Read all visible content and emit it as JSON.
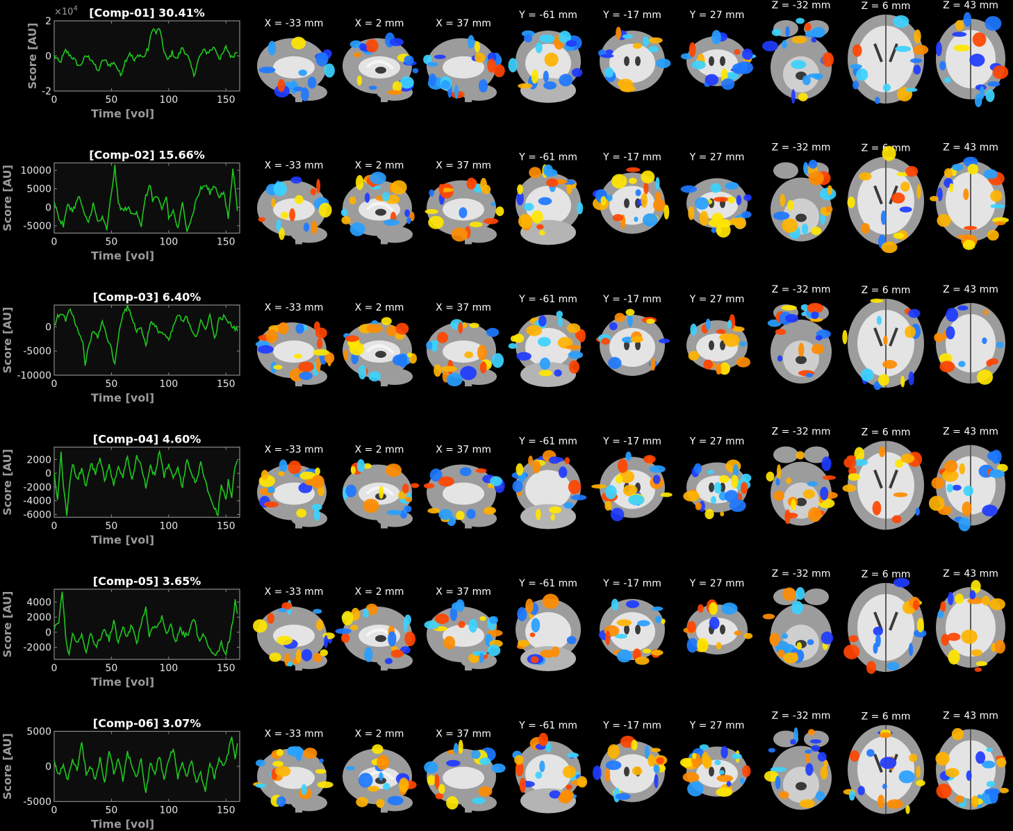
{
  "components": [
    {
      "title": "[Comp-01] 30.41%",
      "ylabel": "Score [AU]",
      "xlabel": "Time [vol]",
      "ylim": [
        -2,
        2
      ],
      "yticks": [
        -2,
        0,
        2
      ],
      "ytick_labels": [
        "-2",
        "0",
        "2"
      ],
      "y_multiplier": "×10",
      "y_exponent": "4",
      "keypoints": [
        [
          0,
          0.0
        ],
        [
          5,
          -0.4
        ],
        [
          10,
          0.3
        ],
        [
          16,
          -0.1
        ],
        [
          22,
          -0.6
        ],
        [
          28,
          0.0
        ],
        [
          33,
          -0.2
        ],
        [
          38,
          -0.9
        ],
        [
          43,
          -0.2
        ],
        [
          48,
          -0.5
        ],
        [
          53,
          -0.4
        ],
        [
          58,
          -1.1
        ],
        [
          62,
          -0.3
        ],
        [
          66,
          0.2
        ],
        [
          70,
          -0.3
        ],
        [
          74,
          0.1
        ],
        [
          78,
          -0.1
        ],
        [
          82,
          0.4
        ],
        [
          86,
          1.6
        ],
        [
          89,
          1.3
        ],
        [
          92,
          1.6
        ],
        [
          95,
          0.5
        ],
        [
          99,
          -0.3
        ],
        [
          103,
          0.2
        ],
        [
          107,
          -0.2
        ],
        [
          112,
          0.5
        ],
        [
          117,
          -0.1
        ],
        [
          122,
          -1.1
        ],
        [
          126,
          -0.2
        ],
        [
          130,
          0.3
        ],
        [
          134,
          0.2
        ],
        [
          140,
          0.5
        ],
        [
          145,
          -0.2
        ],
        [
          150,
          0.5
        ],
        [
          155,
          -0.1
        ],
        [
          160,
          0.3
        ]
      ]
    },
    {
      "title": "[Comp-02] 15.66%",
      "ylabel": "Score [AU]",
      "xlabel": "Time [vol]",
      "ylim": [
        -7000,
        12000
      ],
      "yticks": [
        -5000,
        0,
        5000,
        10000
      ],
      "ytick_labels": [
        "-5000",
        "0",
        "5000",
        "10000"
      ],
      "keypoints": [
        [
          0,
          2000
        ],
        [
          4,
          -3000
        ],
        [
          8,
          -5000
        ],
        [
          12,
          1000
        ],
        [
          16,
          -1000
        ],
        [
          22,
          3000
        ],
        [
          26,
          -2000
        ],
        [
          30,
          -4000
        ],
        [
          34,
          1000
        ],
        [
          38,
          -4000
        ],
        [
          42,
          -3000
        ],
        [
          46,
          -6000
        ],
        [
          50,
          4000
        ],
        [
          53,
          11000
        ],
        [
          56,
          1000
        ],
        [
          60,
          -1000
        ],
        [
          64,
          0
        ],
        [
          68,
          -2000
        ],
        [
          72,
          -1000
        ],
        [
          76,
          -5000
        ],
        [
          80,
          3000
        ],
        [
          84,
          6000
        ],
        [
          86,
          2000
        ],
        [
          90,
          3000
        ],
        [
          94,
          -1000
        ],
        [
          98,
          3000
        ],
        [
          100,
          -3000
        ],
        [
          104,
          -1000
        ],
        [
          108,
          -6000
        ],
        [
          112,
          1000
        ],
        [
          116,
          -6000
        ],
        [
          120,
          -3000
        ],
        [
          124,
          2000
        ],
        [
          128,
          5000
        ],
        [
          132,
          6000
        ],
        [
          136,
          4000
        ],
        [
          140,
          6000
        ],
        [
          144,
          3000
        ],
        [
          148,
          4000
        ],
        [
          152,
          -3000
        ],
        [
          156,
          10000
        ],
        [
          158,
          6000
        ],
        [
          160,
          -500
        ]
      ]
    },
    {
      "title": "[Comp-03] 6.40%",
      "ylabel": "Score [AU]",
      "xlabel": "Time [vol]",
      "ylim": [
        -10000,
        4500
      ],
      "yticks": [
        -10000,
        -5000,
        0
      ],
      "ytick_labels": [
        "-10000",
        "-5000",
        "0"
      ],
      "keypoints": [
        [
          0,
          0
        ],
        [
          3,
          2000
        ],
        [
          6,
          3000
        ],
        [
          10,
          1500
        ],
        [
          14,
          3500
        ],
        [
          18,
          1000
        ],
        [
          22,
          -2000
        ],
        [
          25,
          -3000
        ],
        [
          27,
          -8000
        ],
        [
          30,
          -4000
        ],
        [
          34,
          -1000
        ],
        [
          38,
          -2000
        ],
        [
          42,
          1000
        ],
        [
          46,
          -2000
        ],
        [
          50,
          -4500
        ],
        [
          53,
          -8000
        ],
        [
          56,
          -2000
        ],
        [
          60,
          3000
        ],
        [
          64,
          4000
        ],
        [
          68,
          2000
        ],
        [
          72,
          -1000
        ],
        [
          76,
          0
        ],
        [
          80,
          -4000
        ],
        [
          84,
          1000
        ],
        [
          88,
          0
        ],
        [
          92,
          -1000
        ],
        [
          96,
          -1500
        ],
        [
          100,
          -3000
        ],
        [
          104,
          0
        ],
        [
          108,
          2500
        ],
        [
          112,
          1000
        ],
        [
          116,
          2000
        ],
        [
          120,
          -500
        ],
        [
          124,
          -2000
        ],
        [
          128,
          1000
        ],
        [
          132,
          -500
        ],
        [
          136,
          2500
        ],
        [
          140,
          -2500
        ],
        [
          144,
          1500
        ],
        [
          148,
          2000
        ],
        [
          152,
          1000
        ],
        [
          156,
          0
        ],
        [
          160,
          -500
        ]
      ]
    },
    {
      "title": "[Comp-04] 4.60%",
      "ylabel": "Score [AU]",
      "xlabel": "Time [vol]",
      "ylim": [
        -6400,
        3800
      ],
      "yticks": [
        -6000,
        -4000,
        -2000,
        0,
        2000
      ],
      "ytick_labels": [
        "-6000",
        "-4000",
        "-2000",
        "0",
        "2000"
      ],
      "keypoints": [
        [
          0,
          0
        ],
        [
          3,
          -4000
        ],
        [
          6,
          3000
        ],
        [
          8,
          -2000
        ],
        [
          11,
          -6000
        ],
        [
          13,
          -2000
        ],
        [
          16,
          1500
        ],
        [
          20,
          -1000
        ],
        [
          24,
          500
        ],
        [
          28,
          -2000
        ],
        [
          32,
          1500
        ],
        [
          36,
          0
        ],
        [
          40,
          2500
        ],
        [
          44,
          -1000
        ],
        [
          48,
          1000
        ],
        [
          52,
          -1500
        ],
        [
          56,
          1000
        ],
        [
          60,
          -500
        ],
        [
          64,
          2500
        ],
        [
          68,
          -1000
        ],
        [
          72,
          2500
        ],
        [
          76,
          1000
        ],
        [
          80,
          -2000
        ],
        [
          84,
          1000
        ],
        [
          88,
          -500
        ],
        [
          92,
          3500
        ],
        [
          96,
          -500
        ],
        [
          100,
          1500
        ],
        [
          104,
          -1000
        ],
        [
          108,
          1000
        ],
        [
          112,
          -2000
        ],
        [
          116,
          2000
        ],
        [
          120,
          0
        ],
        [
          124,
          -1500
        ],
        [
          128,
          1500
        ],
        [
          132,
          -1000
        ],
        [
          136,
          -3500
        ],
        [
          140,
          -5000
        ],
        [
          143,
          -6000
        ],
        [
          146,
          -1500
        ],
        [
          150,
          -4000
        ],
        [
          152,
          -1000
        ],
        [
          155,
          -3500
        ],
        [
          157,
          0
        ],
        [
          160,
          2000
        ]
      ]
    },
    {
      "title": "[Comp-05] 3.65%",
      "ylabel": "Score [AU]",
      "xlabel": "Time [vol]",
      "ylim": [
        -3600,
        5700
      ],
      "yticks": [
        -2000,
        0,
        2000,
        4000
      ],
      "ytick_labels": [
        "-2000",
        "0",
        "2000",
        "4000"
      ],
      "keypoints": [
        [
          0,
          500
        ],
        [
          4,
          1000
        ],
        [
          7,
          5500
        ],
        [
          10,
          -500
        ],
        [
          13,
          -3200
        ],
        [
          16,
          0
        ],
        [
          20,
          -1500
        ],
        [
          24,
          -500
        ],
        [
          28,
          -2500
        ],
        [
          32,
          0
        ],
        [
          36,
          -2000
        ],
        [
          40,
          -1000
        ],
        [
          44,
          500
        ],
        [
          48,
          -1000
        ],
        [
          52,
          1500
        ],
        [
          56,
          -1500
        ],
        [
          60,
          500
        ],
        [
          64,
          -500
        ],
        [
          68,
          1000
        ],
        [
          72,
          -1500
        ],
        [
          76,
          1000
        ],
        [
          80,
          3500
        ],
        [
          83,
          -500
        ],
        [
          86,
          1000
        ],
        [
          90,
          500
        ],
        [
          94,
          2000
        ],
        [
          98,
          0
        ],
        [
          102,
          1000
        ],
        [
          106,
          -1500
        ],
        [
          110,
          500
        ],
        [
          114,
          -500
        ],
        [
          118,
          0
        ],
        [
          122,
          2000
        ],
        [
          126,
          -1000
        ],
        [
          130,
          -500
        ],
        [
          134,
          -1500
        ],
        [
          138,
          -2500
        ],
        [
          142,
          -3000
        ],
        [
          146,
          -1500
        ],
        [
          150,
          -2800
        ],
        [
          153,
          -1000
        ],
        [
          156,
          1500
        ],
        [
          158,
          4500
        ],
        [
          160,
          2500
        ]
      ]
    },
    {
      "title": "[Comp-06] 3.07%",
      "ylabel": "Score [AU]",
      "xlabel": "Time [vol]",
      "ylim": [
        -5000,
        5000
      ],
      "yticks": [
        -5000,
        0,
        5000
      ],
      "ytick_labels": [
        "-5000",
        "0",
        "5000"
      ],
      "keypoints": [
        [
          0,
          500
        ],
        [
          4,
          -1000
        ],
        [
          8,
          0
        ],
        [
          12,
          -2000
        ],
        [
          16,
          1000
        ],
        [
          20,
          -500
        ],
        [
          24,
          3500
        ],
        [
          28,
          -1000
        ],
        [
          32,
          0
        ],
        [
          36,
          -2000
        ],
        [
          40,
          1000
        ],
        [
          44,
          -2500
        ],
        [
          48,
          2500
        ],
        [
          52,
          -1000
        ],
        [
          56,
          1000
        ],
        [
          60,
          -2000
        ],
        [
          64,
          2000
        ],
        [
          68,
          0
        ],
        [
          72,
          -1500
        ],
        [
          76,
          1000
        ],
        [
          80,
          -4000
        ],
        [
          84,
          500
        ],
        [
          88,
          -1000
        ],
        [
          92,
          1500
        ],
        [
          96,
          -2000
        ],
        [
          100,
          1000
        ],
        [
          104,
          2500
        ],
        [
          108,
          -1500
        ],
        [
          112,
          500
        ],
        [
          116,
          -1500
        ],
        [
          120,
          1000
        ],
        [
          124,
          -2500
        ],
        [
          128,
          -1000
        ],
        [
          132,
          -3500
        ],
        [
          136,
          500
        ],
        [
          140,
          -1500
        ],
        [
          144,
          1000
        ],
        [
          148,
          0
        ],
        [
          152,
          2000
        ],
        [
          155,
          4500
        ],
        [
          158,
          1000
        ],
        [
          160,
          3000
        ]
      ]
    }
  ],
  "axis": {
    "xticks": [
      0,
      50,
      100,
      150
    ],
    "xtick_labels": [
      "0",
      "50",
      "100",
      "150"
    ],
    "xlim": [
      0,
      162
    ],
    "line_color": "#1ec81e",
    "axis_bg": "#0d0d0d",
    "axis_color": "#8a8a8a",
    "label_color": "#9a9a9a",
    "title_color": "#ffffff"
  },
  "slices": [
    {
      "label": "X = -33 mm",
      "view": "sagittal-left"
    },
    {
      "label": "X = 2 mm",
      "view": "sagittal-mid"
    },
    {
      "label": "X = 37 mm",
      "view": "sagittal-right"
    },
    {
      "label": "Y = -61 mm",
      "view": "coronal-posterior"
    },
    {
      "label": "Y = -17 mm",
      "view": "coronal-mid"
    },
    {
      "label": "Y = 27 mm",
      "view": "coronal-anterior"
    },
    {
      "label": "Z = -32 mm",
      "view": "axial-inferior"
    },
    {
      "label": "Z = 6 mm",
      "view": "axial-mid"
    },
    {
      "label": "Z = 43 mm",
      "view": "axial-superior"
    }
  ],
  "overlay_colors": {
    "positive": [
      "#ff4500",
      "#ff8c00",
      "#ffb300",
      "#ffe600"
    ],
    "negative": [
      "#1e3cff",
      "#1e78ff",
      "#28a0ff",
      "#3cd2ff"
    ]
  },
  "brain_colors": {
    "tissue": "#9c9c9c",
    "white_matter": "#e4e4e4",
    "csf": "#3a3a3a"
  }
}
